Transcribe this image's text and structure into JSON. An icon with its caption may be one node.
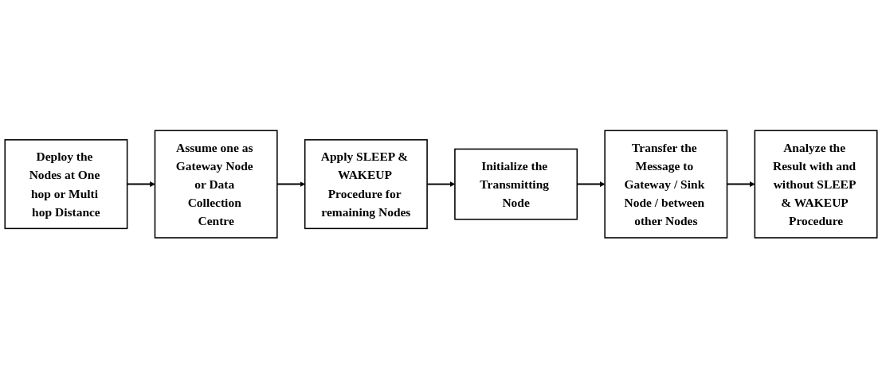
{
  "diagram": {
    "nodes": [
      {
        "text": [
          "Deploy the Nodes at One hop or Multi hop Distance"
        ]
      },
      {
        "text": [
          "Assume one as Gateway Node or Data Collection Centre"
        ]
      },
      {
        "text": [
          "Apply SLEEP & WAKEUP Procedure for remaining Nodes"
        ]
      },
      {
        "text": [
          "Initialize the Transmitting Node"
        ]
      },
      {
        "text": [
          "Transfer the Message to Gateway / Sink Node / between other Nodes"
        ]
      },
      {
        "text": [
          "Analyze the Result with and without SLEEP & WAKEUP Procedure"
        ]
      }
    ],
    "edges": [
      {
        "from": 0,
        "to": 1,
        "arrow": "to"
      },
      {
        "from": 1,
        "to": 2,
        "arrow": "to"
      },
      {
        "from": 2,
        "to": 3,
        "arrow": "to"
      },
      {
        "from": 3,
        "to": 4,
        "arrow": "to"
      },
      {
        "from": 4,
        "to": 5,
        "arrow": "to"
      }
    ]
  }
}
